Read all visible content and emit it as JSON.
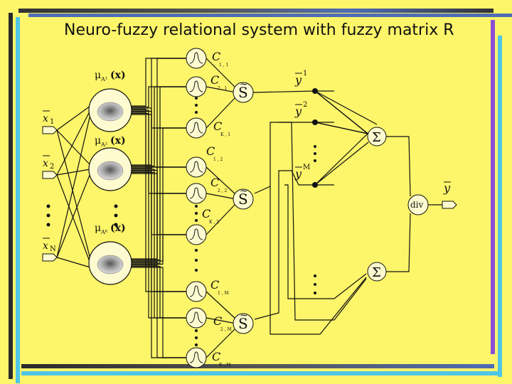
{
  "slide": {
    "title": "Neuro-fuzzy relational system with fuzzy matrix R",
    "background_color": "#fdf56a",
    "frame_colors": [
      "#2a2a2a",
      "#4f6db6",
      "#4fc6e6",
      "#8b4fd6"
    ]
  },
  "diagram": {
    "inputs": [
      {
        "base": "x",
        "sub": "1"
      },
      {
        "base": "x",
        "sub": "2"
      },
      {
        "base": "x",
        "sub": "N"
      }
    ],
    "membership": [
      {
        "mu": "μ",
        "sub": "A¹",
        "arg": "(x)"
      },
      {
        "mu": "μ",
        "sub": "A²",
        "arg": "(x)"
      },
      {
        "mu": "μ",
        "sub": "Aᴷ",
        "arg": "(x)"
      }
    ],
    "c_nodes": [
      {
        "C": "C",
        "sub": "1 , 1"
      },
      {
        "C": "C",
        "sub": "2 , 1"
      },
      {
        "C": "C",
        "sub": "K , 1"
      },
      {
        "C": "C",
        "sub": "1 , 2"
      },
      {
        "C": "C",
        "sub": "2 , 2"
      },
      {
        "C": "C",
        "sub": "K , 2"
      },
      {
        "C": "C",
        "sub": "1 , M"
      },
      {
        "C": "C",
        "sub": "2 , M"
      },
      {
        "C": "C",
        "sub": "K , M"
      }
    ],
    "s_nodes": [
      "S",
      "S",
      "S"
    ],
    "s_tilde": "~",
    "y_labels": [
      {
        "base": "y",
        "sup": "1"
      },
      {
        "base": "y",
        "sup": "2"
      },
      {
        "base": "y",
        "sup": "M"
      }
    ],
    "sum_symbol": "Σ",
    "div_label": "div",
    "output": {
      "base": "y"
    }
  }
}
